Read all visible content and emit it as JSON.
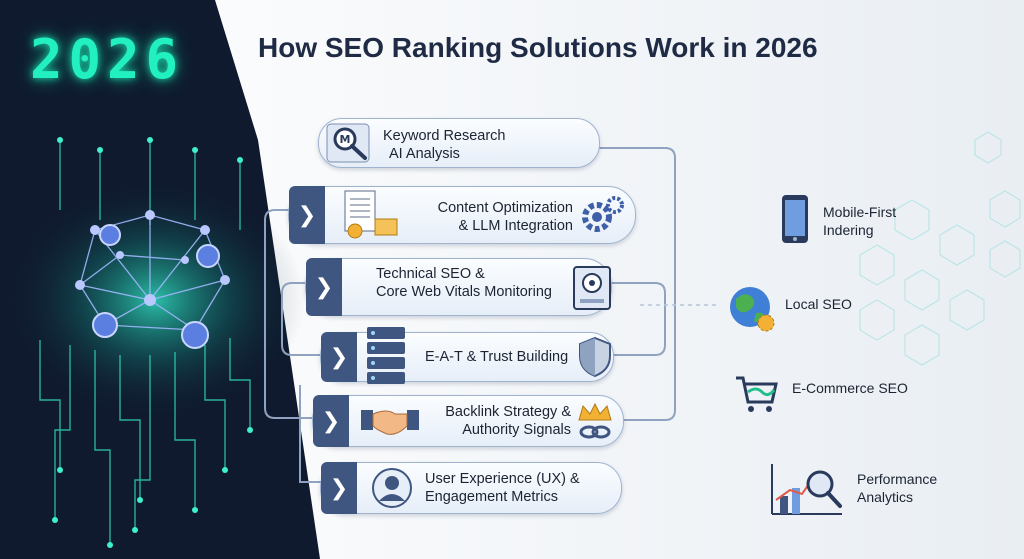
{
  "banner": {
    "year": "2026"
  },
  "title": "How SEO Ranking Solutions Work in 2026",
  "steps": [
    {
      "line1": "Keyword Research",
      "line2": "AI Analysis",
      "icon": "magnifier-icon"
    },
    {
      "line1": "Content Optimization",
      "line2": "& LLM Integration",
      "icon": "gear-icon"
    },
    {
      "line1": "Technical SEO &",
      "line2": "Core Web Vitals Monitoring",
      "icon": "monitor-icon"
    },
    {
      "line1": "E-A-T & Trust Building",
      "icon": "shield-icon"
    },
    {
      "line1": "Backlink Strategy &",
      "line2": "Authority Signals",
      "icon": "handshake-icon"
    },
    {
      "line1": "User Experience (UX) &",
      "line2": "Engagement Metrics",
      "icon": "user-icon"
    }
  ],
  "side": [
    {
      "line1": "Mobile-First",
      "line2": "Indering",
      "icon": "phone-icon"
    },
    {
      "line1": "Local SEO",
      "icon": "globe-icon"
    },
    {
      "line1": "E-Commerce SEO",
      "icon": "cart-icon"
    },
    {
      "line1": "Performance",
      "line2": "Analytics",
      "icon": "chart-icon"
    }
  ],
  "colors": {
    "navy": "#0f1a2e",
    "accent": "#22f0c0",
    "chevron": "#3f5680"
  }
}
